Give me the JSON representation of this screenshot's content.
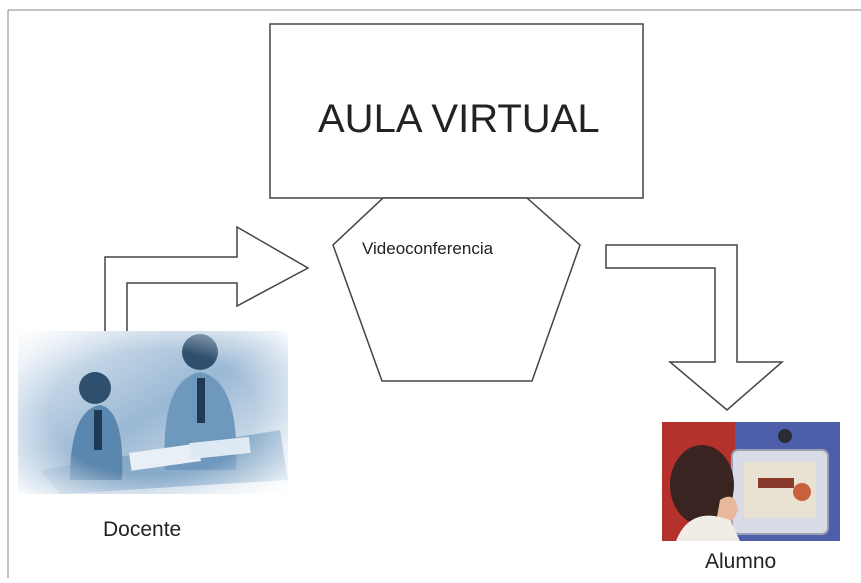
{
  "diagram": {
    "main_box_label": "AULA VIRTUAL",
    "connector_label": "Videoconferencia",
    "teacher_label": "Docente",
    "student_label": "Alumno"
  },
  "colors": {
    "stroke": "#444444",
    "text": "#222222",
    "teacher_photo_tint": "#3f78a8",
    "student_photo_red": "#b5312c",
    "student_photo_blue": "#4d5fa8"
  },
  "icons": {
    "teacher_photo": "teacher-photo-icon",
    "student_photo": "student-photo-icon"
  }
}
